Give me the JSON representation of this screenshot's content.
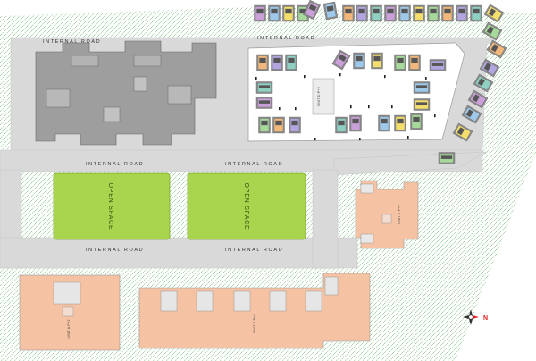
{
  "labels": {
    "internal_road_1": "INTERNAL ROAD",
    "internal_road_2": "INTERNAL ROAD",
    "internal_road_3": "INTERNAL ROAD",
    "internal_road_4": "INTERNAL ROAD",
    "internal_road_5": "INTERNAL ROAD",
    "internal_road_6": "INTERNAL ROAD",
    "open_space_1": "OPEN SPACE",
    "open_space_2": "OPEN SPACE",
    "unit_d": "UNIT D P+2",
    "unit_c": "UNIT C P+2",
    "unit_a": "UNIT A P+2",
    "unit_b": "UNIT B P+2",
    "north": "N"
  },
  "colors": {
    "site_green": "#7fbf7f",
    "road_grey": "#d9d9d9",
    "building_grey": "#9e9e9e",
    "open_space_green": "#a8d44e",
    "unit_peach": "#f5c2a3",
    "north_red": "#e02020"
  }
}
